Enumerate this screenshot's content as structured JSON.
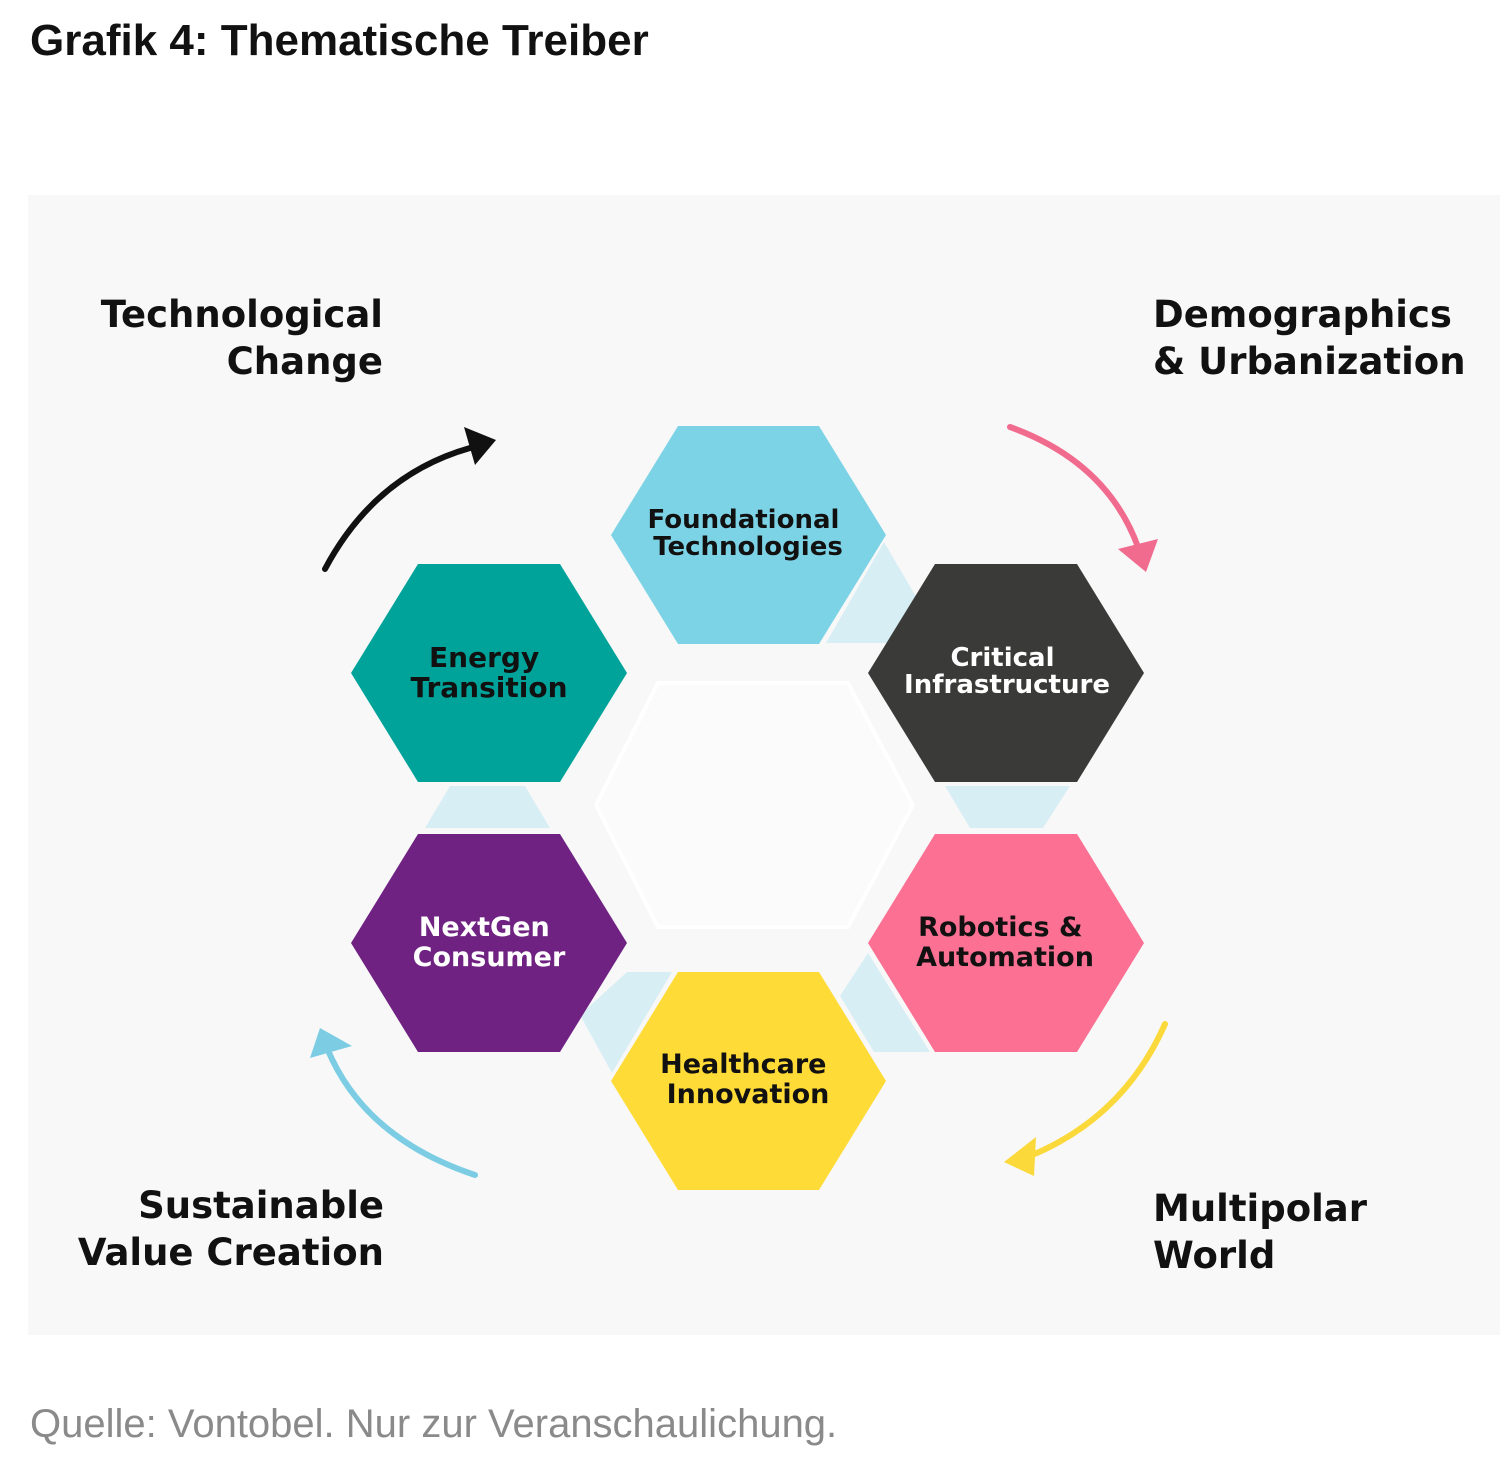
{
  "title": "Grafik 4: Thematische Treiber",
  "themes": {
    "top_left": [
      "Technological",
      "Change"
    ],
    "top_right": [
      "Demographics",
      "& Urbanization"
    ],
    "bottom_left": [
      "Sustainable",
      "Value Creation"
    ],
    "bottom_right": [
      "Multipolar",
      "World"
    ]
  },
  "hexagons": {
    "foundational": {
      "lines": [
        "Foundational",
        "Technologies"
      ],
      "color": "#7dd3e6",
      "text_color": "#111111"
    },
    "critical": {
      "lines": [
        "Critical",
        "Infrastructure"
      ],
      "color": "#3a3b39",
      "text_color": "#ffffff"
    },
    "robotics": {
      "lines": [
        "Robotics &",
        "Automation"
      ],
      "color": "#fb7093",
      "text_color": "#111111"
    },
    "healthcare": {
      "lines": [
        "Healthcare",
        "Innovation"
      ],
      "color": "#fedb36",
      "text_color": "#111111"
    },
    "nextgen": {
      "lines": [
        "NextGen",
        "Consumer"
      ],
      "color": "#6f2282",
      "text_color": "#ffffff"
    },
    "energy": {
      "lines": [
        "Energy",
        "Transition"
      ],
      "color": "#00a39a",
      "text_color": "#111111"
    }
  },
  "arrows": {
    "top_left": {
      "color": "#111111"
    },
    "top_right": {
      "color": "#f06b8d"
    },
    "bottom_right": {
      "color": "#fbd93a"
    },
    "bottom_left": {
      "color": "#7ccde4"
    }
  },
  "connector_color": "#d8eef5",
  "source": "Quelle: Vontobel. Nur zur Veranschaulichung."
}
